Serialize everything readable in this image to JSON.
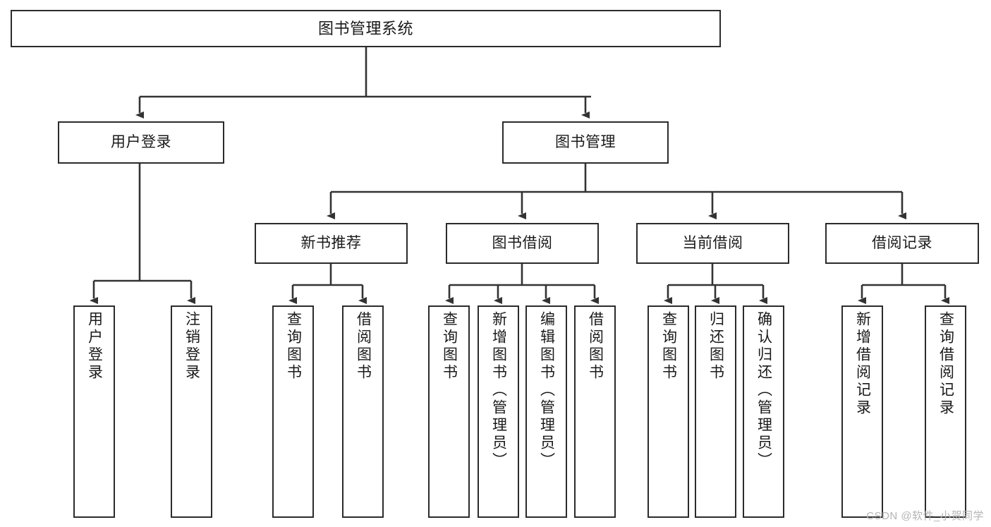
{
  "diagram": {
    "title": "图书管理系统",
    "type": "hierarchy-tree",
    "watermark": "CSDN @软件_小贺同学",
    "colors": {
      "box_border": "#2b2b2b",
      "box_fill": "#ffffff",
      "edge": "#333333",
      "text": "#1a1a1a",
      "watermark": "#b4b4b4"
    },
    "nodes": {
      "root": {
        "label": "图书管理系统"
      },
      "level2": [
        {
          "label": "用户登录"
        },
        {
          "label": "图书管理"
        }
      ],
      "level3": [
        {
          "label": "新书推荐"
        },
        {
          "label": "图书借阅"
        },
        {
          "label": "当前借阅"
        },
        {
          "label": "借阅记录"
        }
      ],
      "leaves": {
        "user_login": [
          {
            "label": "用户登录"
          },
          {
            "label": "注销登录"
          }
        ],
        "new_book_recommend": [
          {
            "label": "查询图书"
          },
          {
            "label": "借阅图书"
          }
        ],
        "book_borrow": [
          {
            "label": "查询图书"
          },
          {
            "label": "新增图书（管理员）"
          },
          {
            "label": "编辑图书（管理员）"
          },
          {
            "label": "借阅图书"
          }
        ],
        "current_borrow": [
          {
            "label": "查询图书"
          },
          {
            "label": "归还图书"
          },
          {
            "label": "确认归还（管理员）"
          }
        ],
        "borrow_record": [
          {
            "label": "新增借阅记录"
          },
          {
            "label": "查询借阅记录"
          }
        ]
      }
    }
  }
}
